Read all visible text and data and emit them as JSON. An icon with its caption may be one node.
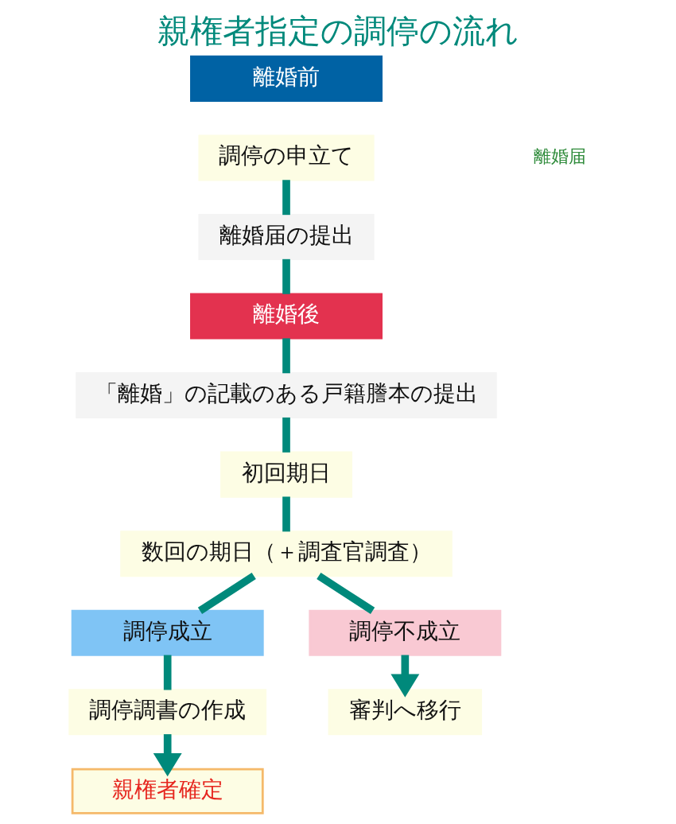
{
  "diagram": {
    "title": "親権者指定の調停の流れ",
    "nodes": [
      {
        "text": [
          "離婚前"
        ]
      },
      {
        "text": [
          "調停の申立て"
        ]
      },
      {
        "text": [
          "離婚届の提出"
        ]
      },
      {
        "text": [
          "離婚後"
        ]
      },
      {
        "text": [
          "「離婚」の記載のある戸籍謄本の提出"
        ]
      },
      {
        "text": [
          "初回期日"
        ]
      },
      {
        "text": [
          "数回の期日（＋調査官調査）"
        ]
      },
      {
        "text": [
          "調停成立"
        ]
      },
      {
        "text": [
          "調停不成立"
        ]
      },
      {
        "text": [
          "調停調書の作成"
        ]
      },
      {
        "text": [
          "審判へ移行"
        ]
      },
      {
        "text": [
          "親権者確定"
        ]
      }
    ],
    "edges": [
      {
        "from": 1,
        "to": 2,
        "arrow": "none"
      },
      {
        "from": 2,
        "to": 3,
        "arrow": "none"
      },
      {
        "from": 3,
        "to": 4,
        "arrow": "none"
      },
      {
        "from": 4,
        "to": 5,
        "arrow": "none"
      },
      {
        "from": 5,
        "to": 6,
        "arrow": "none"
      },
      {
        "from": 6,
        "to": 7,
        "arrow": "none"
      },
      {
        "from": 6,
        "to": 8,
        "arrow": "none"
      },
      {
        "from": 7,
        "to": 9,
        "arrow": "none"
      },
      {
        "from": 8,
        "to": 10,
        "arrow": "to"
      },
      {
        "from": 9,
        "to": 11,
        "arrow": "to"
      }
    ],
    "labels": [
      "離婚届"
    ]
  }
}
